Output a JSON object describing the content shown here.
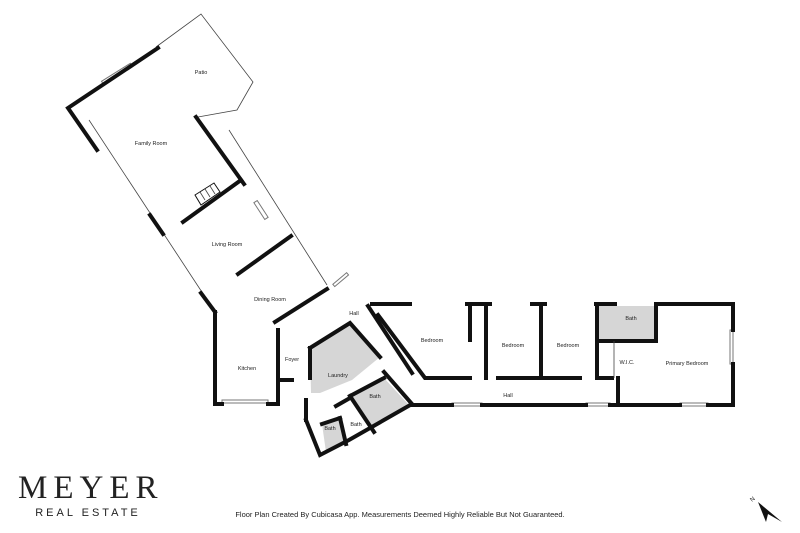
{
  "rooms": {
    "patio": "Patio",
    "family_room": "Family Room",
    "living_room": "Living Room",
    "dining_room": "Dining Room",
    "kitchen": "Kitchen",
    "foyer": "Foyer",
    "laundry": "Laundry",
    "hall_upper": "Hall",
    "hall_lower": "Hall",
    "bath_1": "Bath",
    "bath_2": "Bath",
    "bath_3": "Bath",
    "bath_4": "Bath",
    "bedroom_1": "Bedroom",
    "bedroom_2": "Bedroom",
    "bedroom_3": "Bedroom",
    "wic": "W.I.C.",
    "primary_bedroom": "Primary Bedroom"
  },
  "brand": {
    "name": "MEYER",
    "tagline": "REAL ESTATE"
  },
  "disclaimer": "Floor Plan Created By Cubicasa App. Measurements Deemed Highly Reliable But Not Guaranteed.",
  "compass": {
    "label": "N",
    "icon": "north-arrow-icon"
  },
  "colors": {
    "walls": "#111111",
    "shaded_rooms": "#d6d6d6"
  }
}
